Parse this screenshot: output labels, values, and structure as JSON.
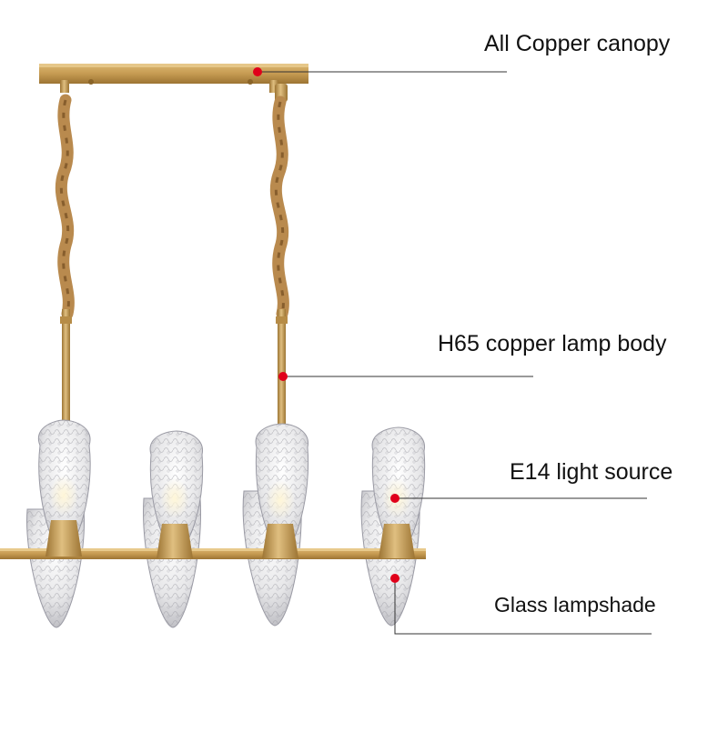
{
  "labels": {
    "canopy": "All Copper canopy",
    "lamp_body": "H65 copper lamp body",
    "light_source": "E14 light source",
    "lampshade": "Glass lampshade"
  },
  "colors": {
    "marker": "#e0001a",
    "leader_line": "#333333",
    "brass": "#c9a25a",
    "background": "#ffffff"
  }
}
